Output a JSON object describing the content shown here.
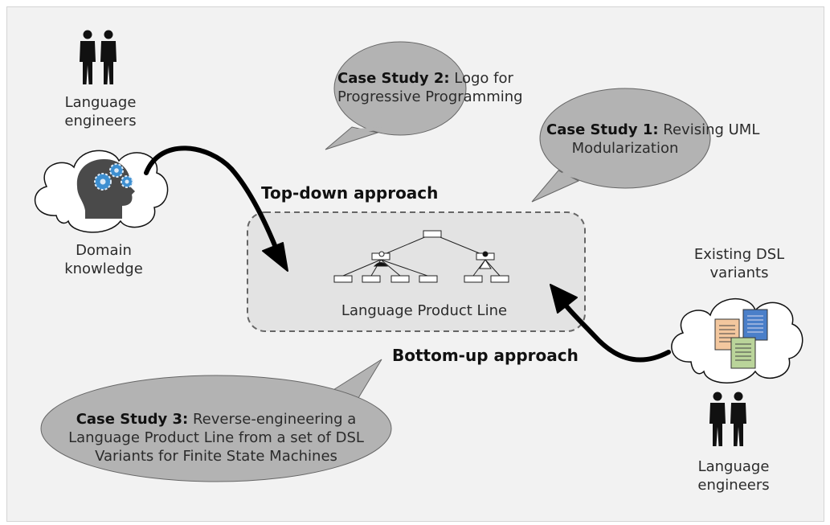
{
  "people_top_label": [
    "Language",
    "engineers"
  ],
  "people_bottom_label": [
    "Language",
    "engineers"
  ],
  "domain_label": [
    "Domain",
    "knowledge"
  ],
  "dsl_label": [
    "Existing DSL",
    "variants"
  ],
  "top_down": "Top-down approach",
  "bottom_up": "Bottom-up approach",
  "product_line": "Language Product Line",
  "case2": {
    "bold": "Case Study 2:",
    "rest": " Logo for",
    "line2": "Progressive Programming"
  },
  "case1": {
    "bold": "Case Study 1:",
    "rest": " Revising UML",
    "line2": "Modularization"
  },
  "case3": {
    "bold": "Case Study 3:",
    "rest": " Reverse-engineering a",
    "line2": "Language Product Line from a set of DSL",
    "line3": "Variants for Finite State Machines"
  },
  "colors": {
    "bubble": "#b3b3b3",
    "box": "#e3e3e3",
    "arrow": "#000000",
    "gear": "#3d8fd1",
    "head": "#4a4a4a"
  },
  "icons": [
    "person-pair-icon",
    "head-gears-icon",
    "documents-icon",
    "feature-tree-icon",
    "cloud-icon"
  ]
}
